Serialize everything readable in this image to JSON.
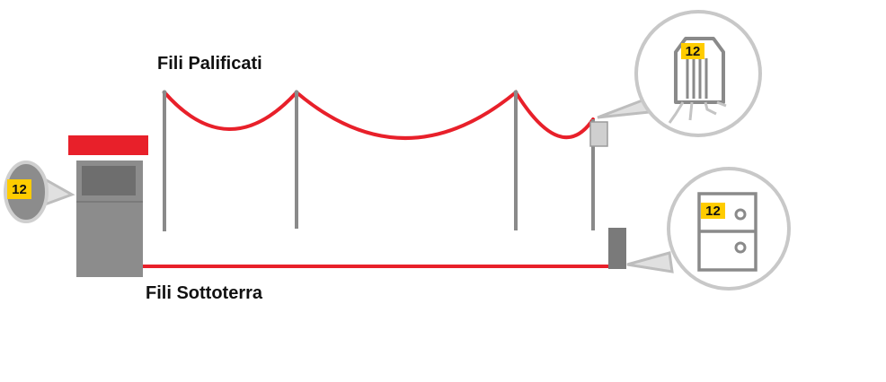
{
  "labels": {
    "overhead_wires": "Fili Palificati",
    "underground_wires": "Fili Sottoterra"
  },
  "badges": {
    "left_circle": "12",
    "pole_transformer": "12",
    "ground_cabinet": "12"
  },
  "colors": {
    "wire": "#e8202a",
    "pole": "#8a8a8a",
    "building": "#8c8c8c",
    "building_roof": "#e8202a",
    "badge": "#ffcc00",
    "callout_circle": "#c8c8c8",
    "callout_stroke": "#bdbdbd"
  },
  "icons": {
    "left_callout": "meter-icon",
    "top_callout": "transformer-icon",
    "bottom_callout": "cabinet-icon"
  }
}
